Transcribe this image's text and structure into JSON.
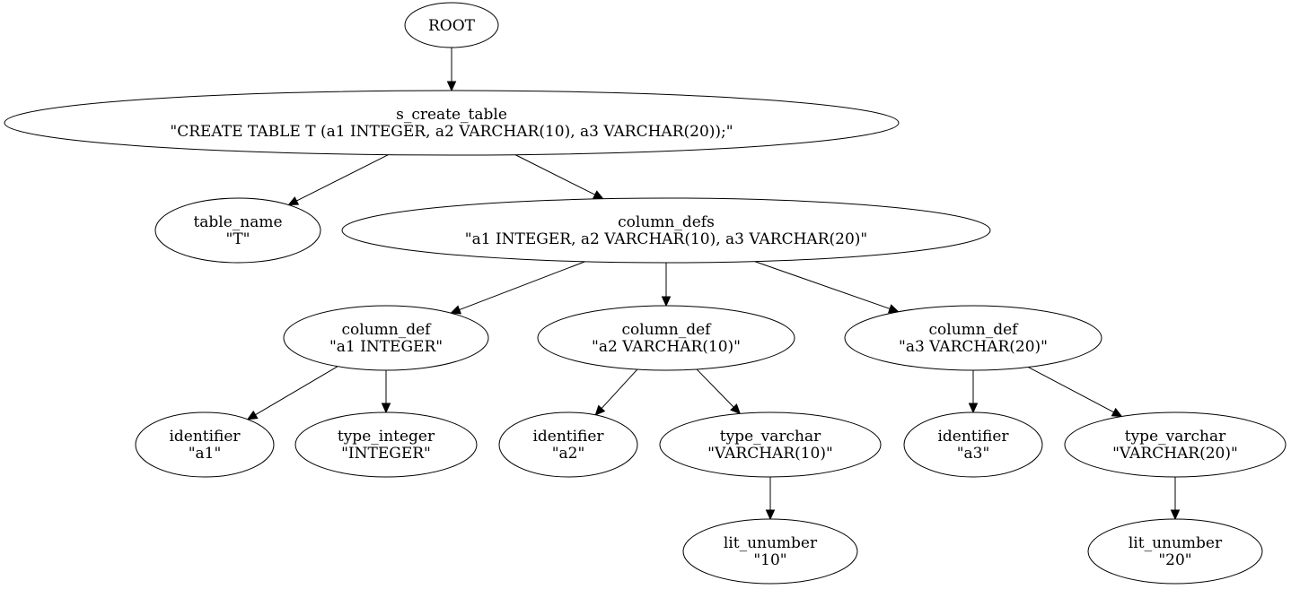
{
  "diagram": {
    "nodes": [
      {
        "id": "root",
        "label": "ROOT",
        "value": ""
      },
      {
        "id": "create",
        "label": "s_create_table",
        "value": "\"CREATE TABLE T (a1 INTEGER, a2 VARCHAR(10), a3 VARCHAR(20));\""
      },
      {
        "id": "tname",
        "label": "table_name",
        "value": "\"T\""
      },
      {
        "id": "cdefs",
        "label": "column_defs",
        "value": "\"a1 INTEGER, a2 VARCHAR(10), a3 VARCHAR(20)\""
      },
      {
        "id": "cd1",
        "label": "column_def",
        "value": "\"a1 INTEGER\""
      },
      {
        "id": "cd2",
        "label": "column_def",
        "value": "\"a2 VARCHAR(10)\""
      },
      {
        "id": "cd3",
        "label": "column_def",
        "value": "\"a3 VARCHAR(20)\""
      },
      {
        "id": "id1",
        "label": "identifier",
        "value": "\"a1\""
      },
      {
        "id": "ti1",
        "label": "type_integer",
        "value": "\"INTEGER\""
      },
      {
        "id": "id2",
        "label": "identifier",
        "value": "\"a2\""
      },
      {
        "id": "tv2",
        "label": "type_varchar",
        "value": "\"VARCHAR(10)\""
      },
      {
        "id": "id3",
        "label": "identifier",
        "value": "\"a3\""
      },
      {
        "id": "tv3",
        "label": "type_varchar",
        "value": "\"VARCHAR(20)\""
      },
      {
        "id": "lit10",
        "label": "lit_unumber",
        "value": "\"10\""
      },
      {
        "id": "lit20",
        "label": "lit_unumber",
        "value": "\"20\""
      }
    ],
    "edges": [
      {
        "from": "root",
        "to": "create"
      },
      {
        "from": "create",
        "to": "tname"
      },
      {
        "from": "create",
        "to": "cdefs"
      },
      {
        "from": "cdefs",
        "to": "cd1"
      },
      {
        "from": "cdefs",
        "to": "cd2"
      },
      {
        "from": "cdefs",
        "to": "cd3"
      },
      {
        "from": "cd1",
        "to": "id1"
      },
      {
        "from": "cd1",
        "to": "ti1"
      },
      {
        "from": "cd2",
        "to": "id2"
      },
      {
        "from": "cd2",
        "to": "tv2"
      },
      {
        "from": "cd3",
        "to": "id3"
      },
      {
        "from": "cd3",
        "to": "tv3"
      },
      {
        "from": "tv2",
        "to": "lit10"
      },
      {
        "from": "tv3",
        "to": "lit20"
      }
    ]
  },
  "colors": {
    "stroke": "#000000",
    "fill": "#ffffff",
    "background": "#ffffff"
  }
}
